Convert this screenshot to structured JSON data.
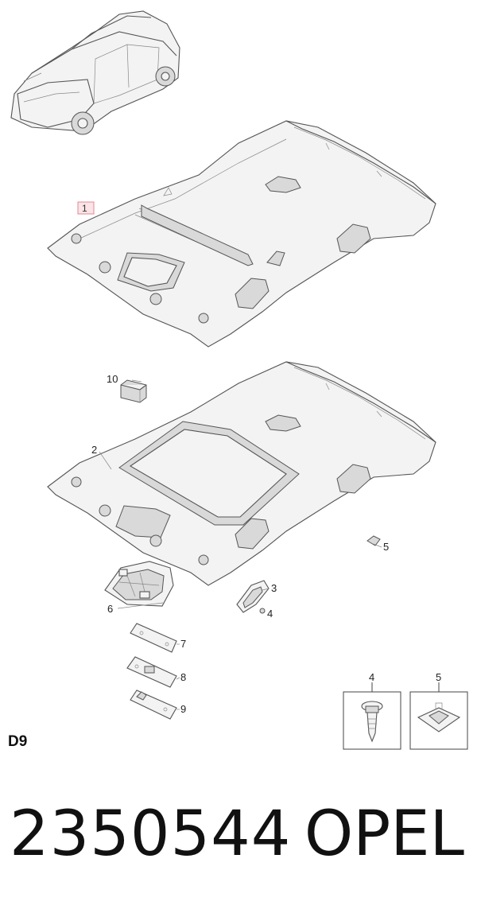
{
  "diagram": {
    "section_code": "D9",
    "part_number": "2350544",
    "brand": "OPEL",
    "callouts": [
      {
        "id": "c1",
        "text": "1",
        "highlighted": true
      },
      {
        "id": "c2",
        "text": "2"
      },
      {
        "id": "c3",
        "text": "3"
      },
      {
        "id": "c4a",
        "text": "4"
      },
      {
        "id": "c5a",
        "text": "5"
      },
      {
        "id": "c6",
        "text": "6"
      },
      {
        "id": "c7",
        "text": "7"
      },
      {
        "id": "c8",
        "text": "8"
      },
      {
        "id": "c9",
        "text": "9"
      },
      {
        "id": "c10",
        "text": "10"
      }
    ],
    "detail_boxes": [
      {
        "id": "box4",
        "text": "4"
      },
      {
        "id": "box5",
        "text": "5"
      }
    ],
    "colors": {
      "line": "#555555",
      "highlight_fill": "#fbe3e6",
      "highlight_stroke": "#e08a96"
    }
  }
}
